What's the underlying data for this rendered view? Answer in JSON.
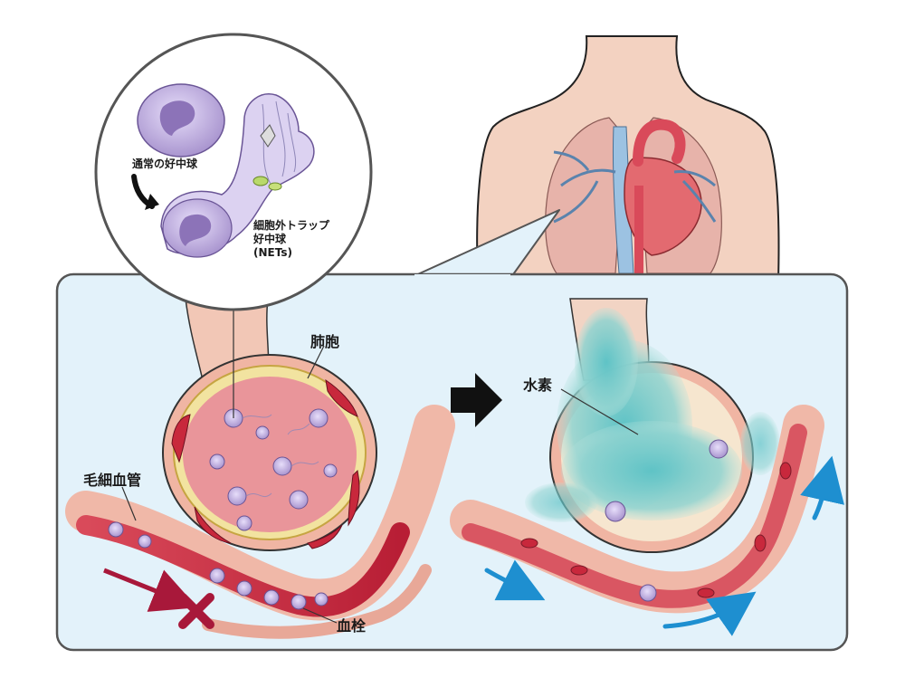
{
  "labels": {
    "normal_neutrophil": "通常の好中球",
    "nets_line1": "細胞外トラップ",
    "nets_line2": "好中球",
    "nets_line3": "(NETs)",
    "alveolus": "肺胞",
    "capillary": "毛細血管",
    "thrombus": "血栓",
    "hydrogen": "水素"
  },
  "colors": {
    "panel_bg": "#e3f2fa",
    "panel_border": "#555555",
    "skin": "#f3d2c1",
    "blood": "#c8283c",
    "vessel_wall": "#f0b8a8",
    "hydrogen_cloud": "#6ec9cc",
    "neutrophil": "#b9a6d6",
    "flow_arrow": "#1e8fd0",
    "blocked_arrow": "#a8183a",
    "block_mark": "#a8183a"
  },
  "icons": [
    "right-arrow-icon",
    "blocked-x-icon",
    "flow-arrow-icon"
  ]
}
